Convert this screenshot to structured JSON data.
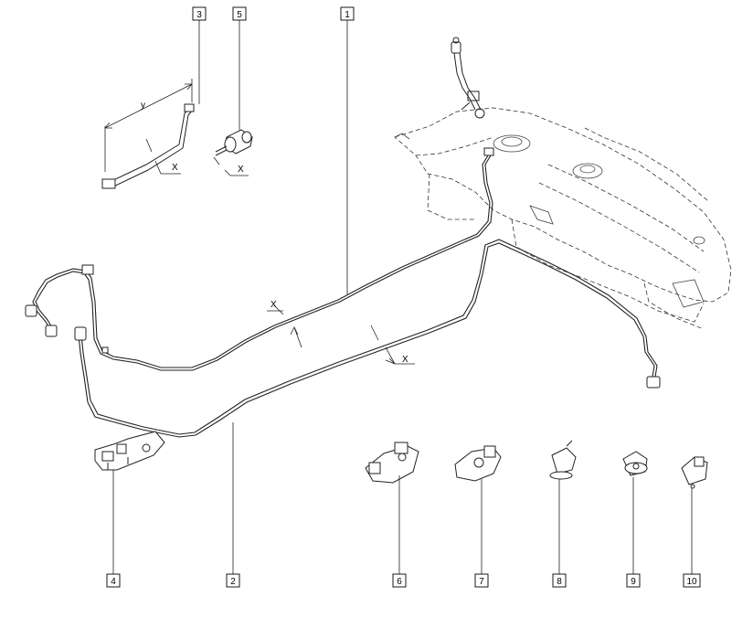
{
  "diagram": {
    "callouts": {
      "c1": "1",
      "c2": "2",
      "c3": "3",
      "c4": "4",
      "c5": "5",
      "c6": "6",
      "c7": "7",
      "c8": "8",
      "c9": "9",
      "c10": "10"
    },
    "dimensions": {
      "y_length": "y",
      "x_part3": "X",
      "x_part5": "X",
      "x_pipe1": "X",
      "x_pipe2": "X"
    }
  }
}
